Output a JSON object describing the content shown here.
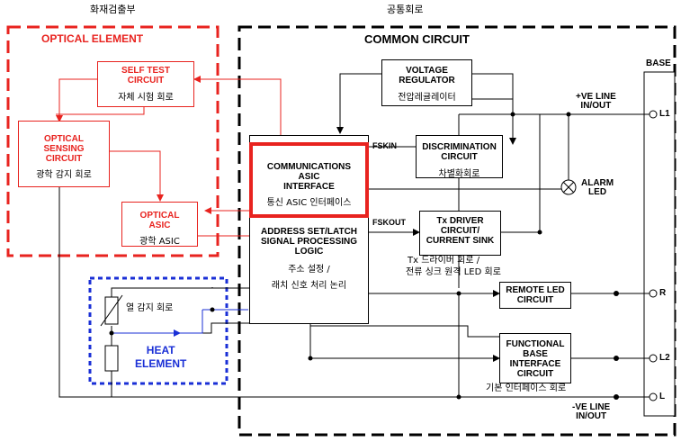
{
  "labels": {
    "fire_detection_part": "화재검출부",
    "common_circuit_kr": "공통회로",
    "optical_element": "OPTICAL ELEMENT",
    "common_circuit": "COMMON CIRCUIT",
    "base": "BASE",
    "heat_element_1": "HEAT",
    "heat_element_2": "ELEMENT",
    "heat_sensing_kr": "열 감지 회로",
    "fskin": "FSKIN",
    "fskout": "FSKOUT",
    "ve_pos_1": "+VE LINE",
    "ve_pos_2": "IN/OUT",
    "ve_neg_1": "-VE LINE",
    "ve_neg_2": "IN/OUT",
    "alarm_led_1": "ALARM",
    "alarm_led_2": "LED",
    "term_l1": "L1",
    "term_r": "R",
    "term_l2": "L2",
    "term_l": "L"
  },
  "blocks": {
    "self_test": {
      "l1": "SELF TEST",
      "l2": "CIRCUIT",
      "kr": "자체 시험 회로"
    },
    "optical_sensing": {
      "l1": "OPTICAL",
      "l2": "SENSING",
      "l3": "CIRCUIT",
      "kr": "광학 감지 회로"
    },
    "optical_asic": {
      "l1": "OPTICAL",
      "l2": "ASIC",
      "kr": "광학 ASIC"
    },
    "voltage_regulator": {
      "l1": "VOLTAGE",
      "l2": "REGULATOR",
      "kr": "전압레귤레이터"
    },
    "comm_asic": {
      "l1": "COMMUNICATIONS",
      "l2": "ASIC",
      "l3": "INTERFACE",
      "kr": "통신 ASIC 인터페이스"
    },
    "discrimination": {
      "l1": "DISCRIMINATION",
      "l2": "CIRCUIT",
      "kr": "차별화회로"
    },
    "address_set": {
      "l1": "ADDRESS SET/LATCH",
      "l2": "SIGNAL PROCESSING",
      "l3": "LOGIC",
      "kr1": "주소 설정 /",
      "kr2": "래치 신호 처리 논리"
    },
    "tx_driver": {
      "l1": "Tx DRIVER",
      "l2": "CIRCUIT/",
      "l3": "CURRENT SINK",
      "kr1": "Tx 드라이버 회로 /",
      "kr2": "전류 싱크  원격 LED 회로"
    },
    "remote_led": {
      "l1": "REMOTE LED",
      "l2": "CIRCUIT"
    },
    "functional_base": {
      "l1": "FUNCTIONAL",
      "l2": "BASE",
      "l3": "INTERFACE",
      "l4": "CIRCUIT",
      "kr": "기본 인터페이스 회로"
    }
  }
}
